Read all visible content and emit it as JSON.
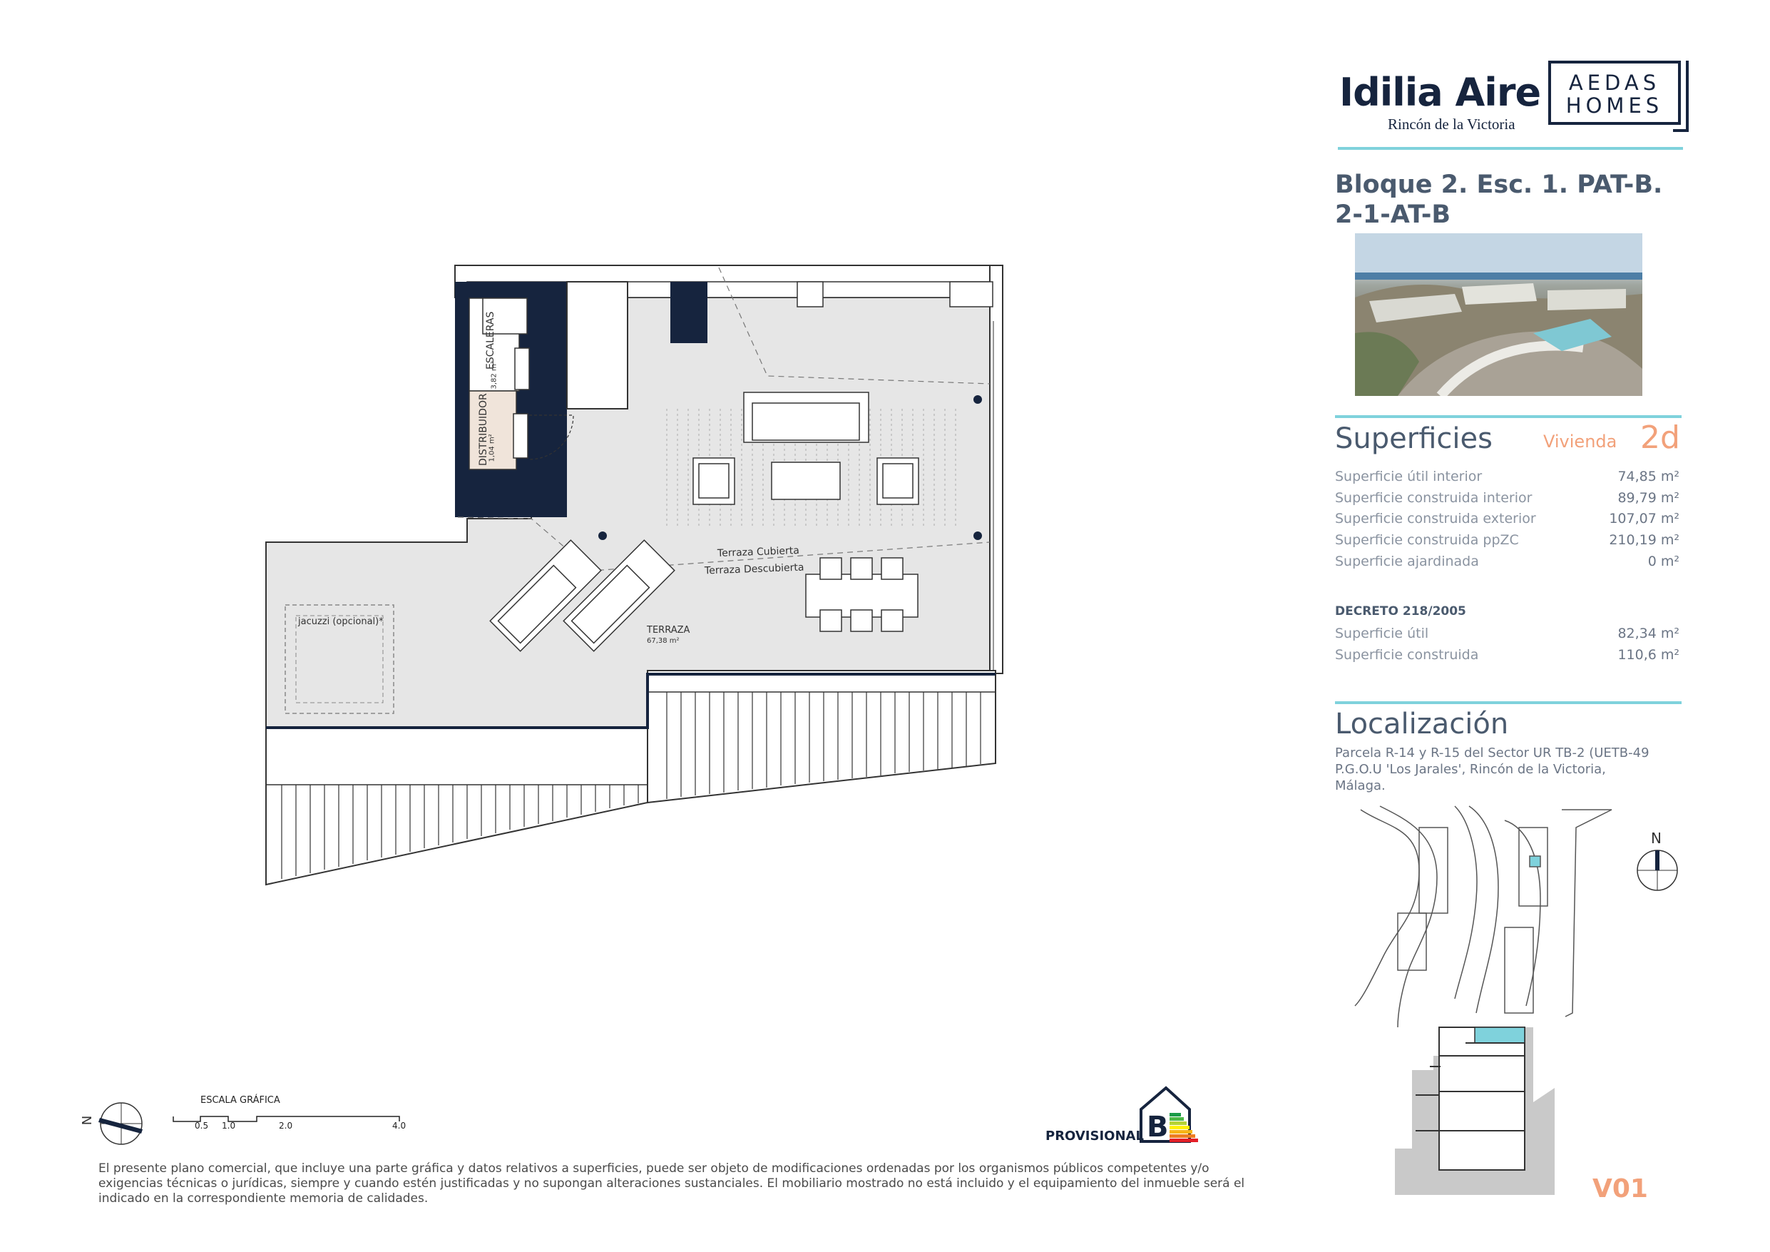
{
  "brand": {
    "name": "Idilia Aire",
    "location": "Rincón de la Victoria",
    "partner_line1": "AEDAS",
    "partner_line2": "HOMES"
  },
  "unit": {
    "title_line1": "Bloque 2. Esc. 1. PAT-B.",
    "title_line2": "2-1-AT-B"
  },
  "superficies": {
    "heading": "Superficies",
    "vivienda_label": "Vivienda",
    "vivienda_value": "2d",
    "rows": [
      {
        "label": "Superficie útil interior",
        "value": "74,85 m²"
      },
      {
        "label": "Superficie construida interior",
        "value": "89,79 m²"
      },
      {
        "label": "Superficie construida exterior",
        "value": "107,07 m²"
      },
      {
        "label": "Superficie construida ppZC",
        "value": "210,19 m²"
      },
      {
        "label": "Superficie ajardinada",
        "value": "0 m²"
      }
    ],
    "decreto_heading": "DECRETO 218/2005",
    "decreto_rows": [
      {
        "label": "Superficie útil",
        "value": "82,34 m²"
      },
      {
        "label": "Superficie construida",
        "value": "110,6 m²"
      }
    ]
  },
  "localizacion": {
    "heading": "Localización",
    "line1": "Parcela R-14 y R-15 del Sector UR TB-2 (UETB-49",
    "line2": "P.G.O.U 'Los Jarales', Rincón de la Victoria,",
    "line3": "Málaga.",
    "north": "N"
  },
  "plan": {
    "escaleras": "ESCALERAS",
    "escaleras_area": "3,82 m²",
    "distribuidor": "DISTRIBUIDOR",
    "distribuidor_area": "1,04 m²",
    "terraza_cubierta": "Terraza Cubierta",
    "terraza_descubierta": "Terraza Descubierta",
    "jacuzzi": "jacuzzi (opcional)*",
    "terraza": "TERRAZA",
    "terraza_area": "67,38 m²",
    "compass_letter": "N"
  },
  "scale": {
    "title": "ESCALA GRÁFICA",
    "ticks": [
      "0.5",
      "1.0",
      "2.0",
      "4.0"
    ]
  },
  "energy": {
    "label": "PROVISIONAL",
    "rating": "B",
    "colors": [
      "#1a9a48",
      "#4db848",
      "#b5d334",
      "#fff200",
      "#f7b517",
      "#ee7d22",
      "#e41e26"
    ]
  },
  "footer": {
    "disclaimer_line1": "El presente plano comercial, que incluye una parte gráfica y datos relativos a superficies, puede ser objeto de modificaciones ordenadas por los organismos públicos competentes y/o",
    "disclaimer_line2": "exigencias técnicas o jurídicas, siempre y cuando estén justificadas y no supongan alteraciones sustanciales. El mobiliario mostrado no está incluido y el equipamiento del inmueble será el",
    "disclaimer_line3": "indicado en la correspondiente memoria de calidades.",
    "version": "V01"
  },
  "colors": {
    "navy": "#16243e",
    "accent_cyan": "#7fd2dc",
    "accent_orange": "#f2a17a",
    "plan_fill": "#e6e6e6"
  }
}
